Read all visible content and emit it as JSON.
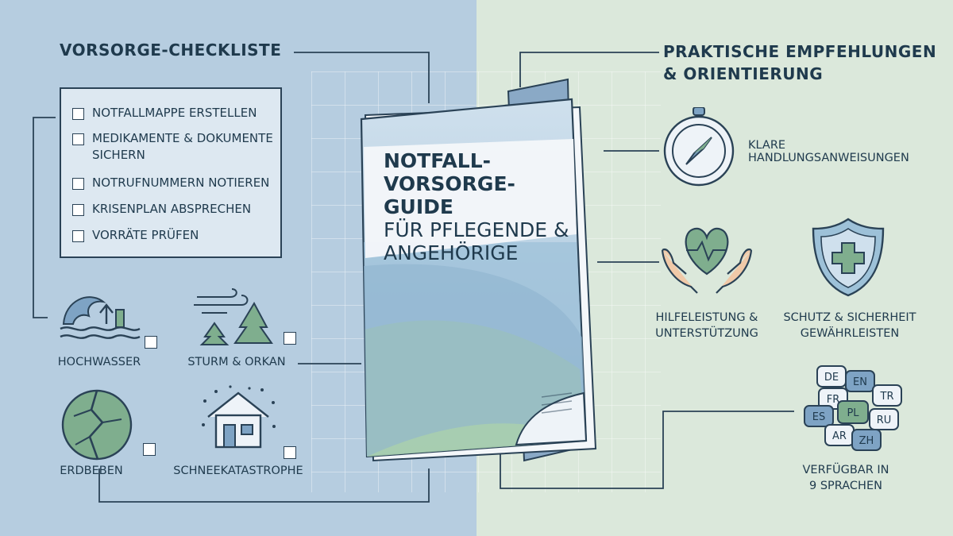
{
  "left": {
    "title": "VORSORGE-CHECKLISTE",
    "checklist": [
      {
        "line1": "NOTFALLMAPPE ERSTELLEN",
        "line2": ""
      },
      {
        "line1": "MEDIKAMENTE & DOKUMENTE",
        "line2": "SICHERN"
      },
      {
        "line1": "NOTRUFNUMMERN NOTIEREN",
        "line2": ""
      },
      {
        "line1": "KRISENPLAN ABSPRECHEN",
        "line2": ""
      },
      {
        "line1": "VORRÄTE PRÜFEN",
        "line2": ""
      }
    ],
    "hazards": {
      "flood": "HOCHWASSER",
      "storm": "STURM & ORKAN",
      "quake": "ERDBEBEN",
      "snow": "SCHNEEKATASTROPHE"
    }
  },
  "book": {
    "title_bold_1": "NOTFALL-",
    "title_bold_2": "VORSORGE-GUIDE",
    "title_normal_1": "FÜR PFLEGENDE &",
    "title_normal_2": "ANGEHÖRIGE"
  },
  "right": {
    "title_line1": "PRAKTISCHE EMPFEHLUNGEN",
    "title_line2": "& ORIENTIERUNG",
    "compass": {
      "line1": "KLARE",
      "line2": "HANDLUNGSANWEISUNGEN"
    },
    "help": {
      "line1": "HILFELEISTUNG &",
      "line2": "UNTERSTÜTZUNG"
    },
    "protect": {
      "line1": "SCHUTZ & SICHERHEIT",
      "line2": "GEWÄHRLEISTEN"
    },
    "languages": {
      "codes": [
        "DE",
        "EN",
        "FR",
        "TR",
        "ES",
        "PL",
        "RU",
        "AR",
        "ZH"
      ],
      "line1": "VERFÜGBAR IN",
      "line2": "9 SPRACHEN"
    }
  },
  "colors": {
    "left_bg": "#b6cde0",
    "right_bg": "#dbe8db",
    "ink": "#1f3a4d",
    "accent_green": "#7fae8e",
    "accent_blue": "#7ea3c4"
  }
}
